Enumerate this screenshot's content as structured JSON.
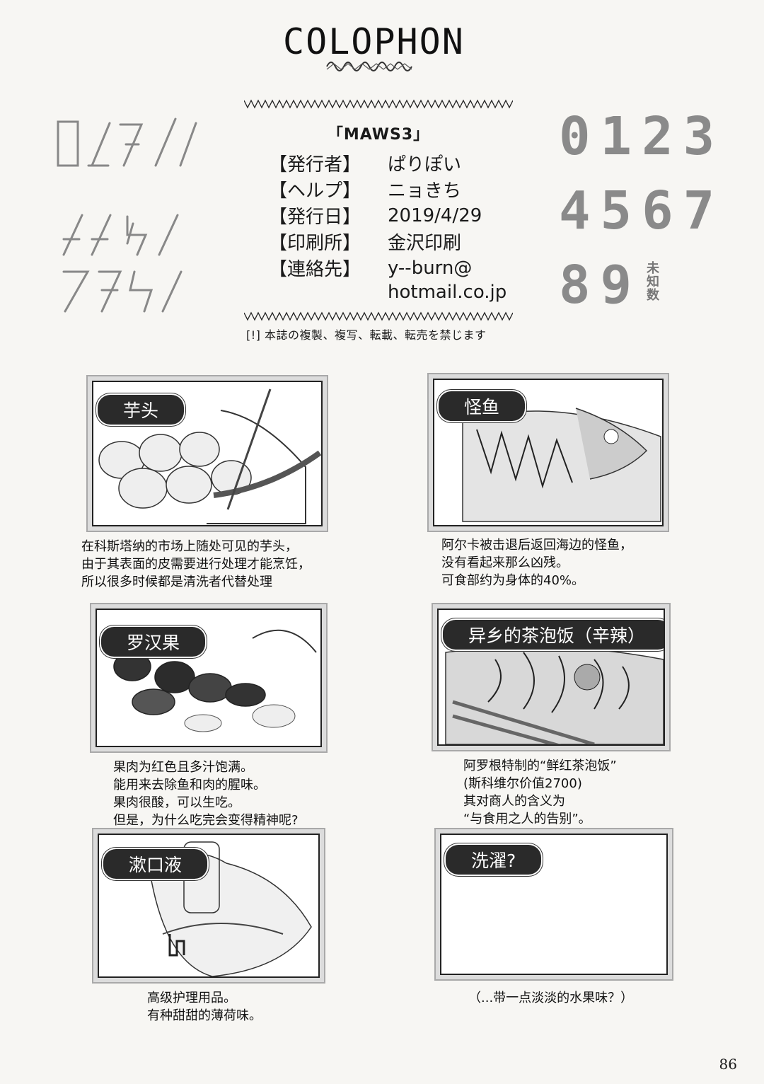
{
  "header": {
    "title": "COLOPHON",
    "book_title": "「MAWS3」"
  },
  "info": [
    {
      "label": "【発行者】",
      "value": "ぱりぽい"
    },
    {
      "label": "【ヘルプ】",
      "value": "ニョきち"
    },
    {
      "label": "【発行日】",
      "value": "2019/4/29"
    },
    {
      "label": "【印刷所】",
      "value": "金沢印刷"
    },
    {
      "label": "【連絡先】",
      "value": "y--burn@"
    }
  ],
  "contact_cont": "hotmail.co.jp",
  "notice": "[!] 本誌の複製、複写、転載、転売を禁じます",
  "stencil_digits": {
    "row1": "0123",
    "row2": "4567",
    "row3": "89",
    "unknown": "未知数"
  },
  "panels": [
    {
      "tag": "芋头",
      "caption": [
        "在科斯塔纳的市场上随处可见的芋头，",
        "由于其表面的皮需要进行处理才能烹饪，",
        "所以很多时候都是清洗者代替处理"
      ]
    },
    {
      "tag": "怪鱼",
      "caption": [
        "阿尔卡被击退后返回海边的怪鱼，",
        "没有看起来那么凶残。",
        "可食部约为身体的40%。"
      ]
    },
    {
      "tag": "罗汉果",
      "caption": [
        "果肉为红色且多汁饱满。",
        "能用来去除鱼和肉的腥味。",
        "果肉很酸，可以生吃。",
        "但是，为什么吃完会变得精神呢?"
      ]
    },
    {
      "tag": "异乡的茶泡饭（辛辣）",
      "caption": [
        "阿罗根特制的“鲜红茶泡饭”",
        "(斯科维尔价值2700)",
        "其对商人的含义为",
        "“与食用之人的告别”。"
      ]
    },
    {
      "tag": "漱口液",
      "caption": [
        "高级护理用品。",
        "有种甜甜的薄荷味。"
      ]
    },
    {
      "tag": "洗濯?",
      "caption": [
        "（...带一点淡淡的水果味？）"
      ]
    }
  ],
  "page_number": "86"
}
